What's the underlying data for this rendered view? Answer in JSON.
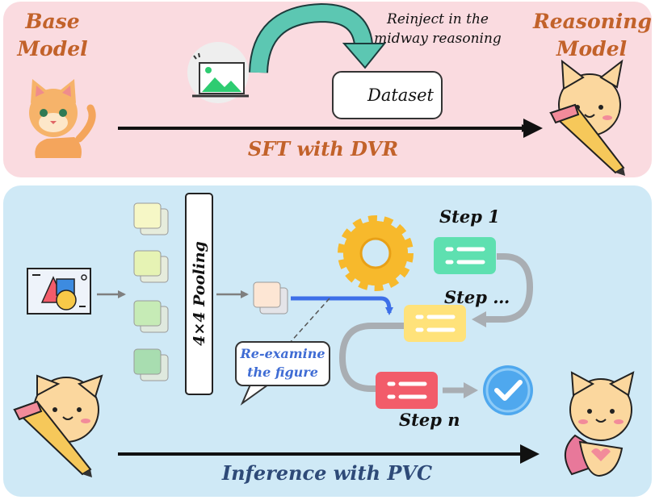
{
  "top": {
    "base_model_line1": "Base",
    "base_model_line2": "Model",
    "reasoning_model_line1": "Reasoning",
    "reasoning_model_line2": "Model",
    "reinject_line1": "Reinject in the",
    "reinject_line2": "midway reasoning",
    "dataset": "Dataset",
    "sft": "SFT with DVR"
  },
  "bottom": {
    "pooling": "4×4 Pooling",
    "reexamine_line1": "Re-examine",
    "reexamine_line2": "the figure",
    "step1": "Step 1",
    "step_dots": "Step …",
    "step_n": "Step n",
    "inference": "Inference with PVC"
  },
  "colors": {
    "top_bg": "#fadbe0",
    "bottom_bg": "#cfe9f6",
    "orange_text": "#c2622a",
    "navy_text": "#2e4a78",
    "step1_card": "#5ee0b0",
    "step_mid_card": "#ffe27a",
    "step_n_card": "#f25c6a",
    "check": "#4fa8ee",
    "gear": "#f7b92c",
    "highlight_arrow": "#3d6fe8"
  }
}
